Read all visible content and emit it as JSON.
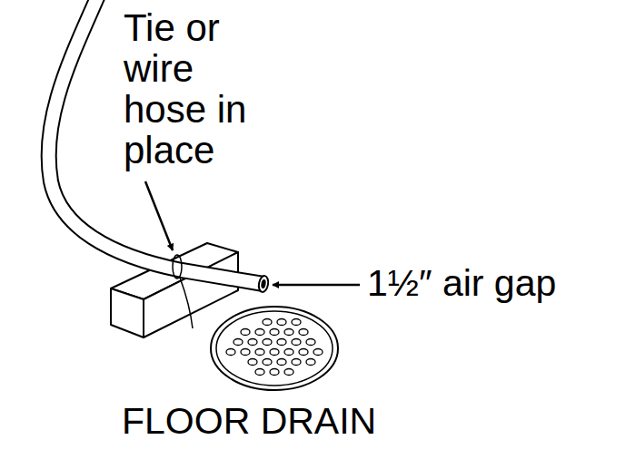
{
  "diagram": {
    "labels": [
      "Tie or wire hose in place",
      "1½″ air gap",
      "FLOOR DRAIN"
    ]
  }
}
